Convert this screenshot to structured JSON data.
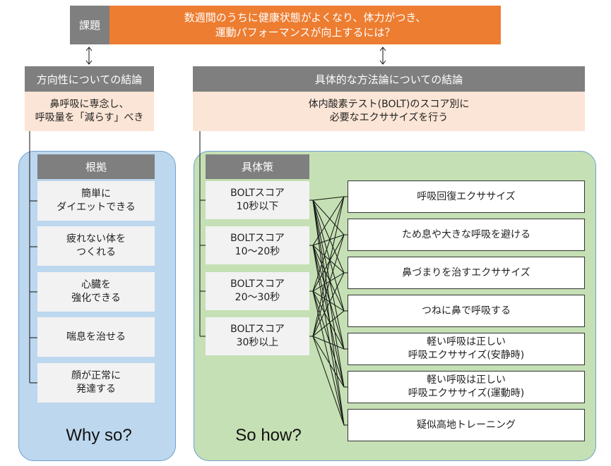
{
  "header": {
    "tag": "課題",
    "title": "数週間のうちに健康状態がよくなり、体力がつき、\n運動パフォーマンスが向上するには？"
  },
  "left": {
    "heading": "方向性についての結論",
    "conclusion": "鼻呼吸に専念し、\n呼吸量を「減らす」べき",
    "panel_title": "根拠",
    "items": [
      "簡単に\nダイエットできる",
      "疲れない体を\nつくれる",
      "心臓を\n強化できる",
      "喘息を治せる",
      "顔が正常に\n発達する"
    ],
    "footer": "Why so?"
  },
  "right": {
    "heading": "具体的な方法論についての結論",
    "conclusion": "体内酸素テスト(BOLT)のスコア別に\n必要なエクササイズを行う",
    "panel_title": "具体策",
    "scores": [
      "BOLTスコア\n10秒以下",
      "BOLTスコア\n10～20秒",
      "BOLTスコア\n20～30秒",
      "BOLTスコア\n30秒以上"
    ],
    "exercises": [
      "呼吸回復エクササイズ",
      "ため息や大きな呼吸を避ける",
      "鼻づまりを治すエクササイズ",
      "つねに鼻で呼吸する",
      "軽い呼吸は正しい\n呼吸エクササイズ(安静時)",
      "軽い呼吸は正しい\n呼吸エクササイズ(運動時)",
      "疑似高地トレーニング"
    ],
    "footer": "So how?"
  },
  "colors": {
    "header_tag": "#7f7f7f",
    "header_title": "#ed7d31",
    "conclusion_bg": "#fbe5d6",
    "left_panel": "#bdd7ee",
    "right_panel": "#c5e0b4"
  }
}
